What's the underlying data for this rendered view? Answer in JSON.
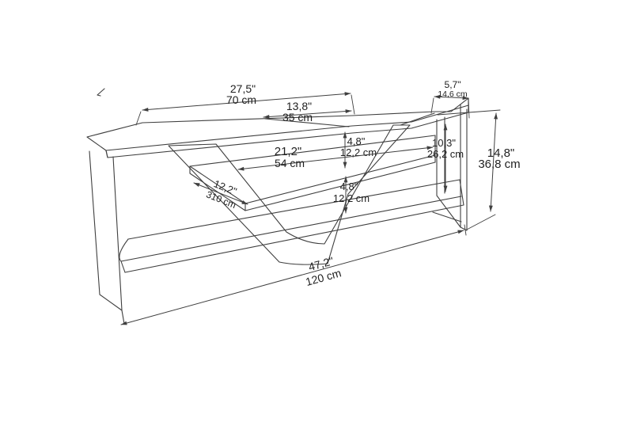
{
  "drawing": {
    "background": "#ffffff",
    "line_color": "#3f3f3f",
    "text_color": "#1f1f1f"
  },
  "dims": {
    "top_width": {
      "in": "27,5\"",
      "cm": "70 cm"
    },
    "top_corner": {
      "in": "13,8\"",
      "cm": "35 cm"
    },
    "right_top_edge": {
      "in": "5,7\"",
      "cm": "14,6 cm"
    },
    "overall_height": {
      "in": "14,8\"",
      "cm": "36,8 cm"
    },
    "inner_height": {
      "in": "10,3\"",
      "cm": "26,2 cm"
    },
    "upper_gap": {
      "in": "4,8\"",
      "cm": "12,2 cm"
    },
    "lower_gap": {
      "in": "4,8\"",
      "cm": "12,2 cm"
    },
    "shelf_span": {
      "in": "21,2\"",
      "cm": "54 cm"
    },
    "shelf_depth": {
      "in": "12,2\"",
      "cm": "310 cm"
    },
    "overall_width": {
      "in": "47,2\"",
      "cm": "120 cm"
    }
  }
}
